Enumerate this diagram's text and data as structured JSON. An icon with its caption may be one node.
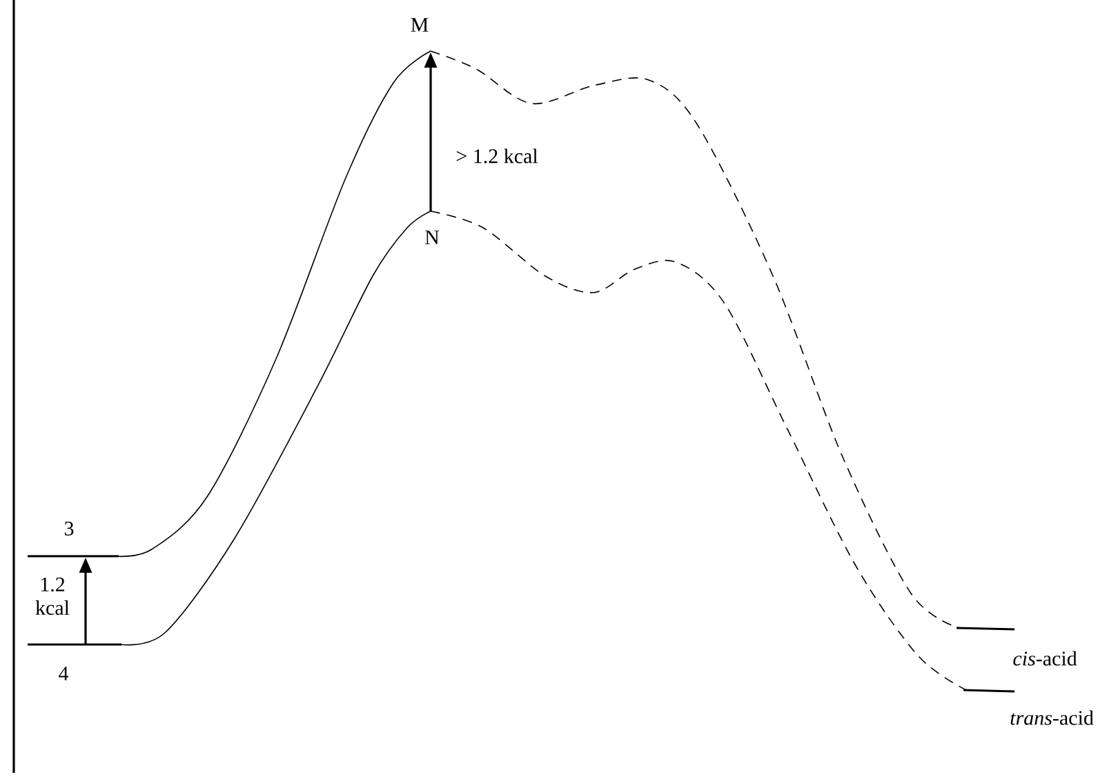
{
  "diagram": {
    "labels": [
      "M",
      "> 1.2 kcal",
      "N",
      "3",
      "1.2 kcal",
      "4",
      "*cis*-acid",
      "*trans*-acid"
    ]
  }
}
